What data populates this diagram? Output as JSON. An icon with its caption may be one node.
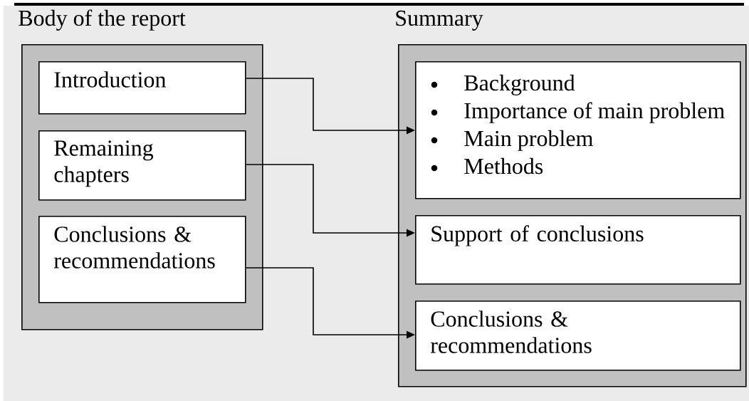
{
  "diagram": {
    "nodes": [
      {
        "text": [
          "Body of the report"
        ]
      },
      {
        "text": [
          "Introduction"
        ],
        "in": 0
      },
      {
        "text": [
          "Remaining chapters"
        ],
        "in": 0
      },
      {
        "text": [
          "Conclusions & recommendations"
        ],
        "in": 0
      },
      {
        "text": [
          "Summary"
        ]
      },
      {
        "text": [
          "Background",
          "Importance of main problem",
          "Main problem",
          "Methods"
        ],
        "in": 4
      },
      {
        "text": [
          "Support of conclusions"
        ],
        "in": 4
      },
      {
        "text": [
          "Conclusions & recommendations"
        ],
        "in": 4
      }
    ],
    "edges": [
      {
        "from": 1,
        "to": 5,
        "arrow": "to"
      },
      {
        "from": 2,
        "to": 6,
        "arrow": "to"
      },
      {
        "from": 3,
        "to": 7,
        "arrow": "to"
      }
    ]
  }
}
